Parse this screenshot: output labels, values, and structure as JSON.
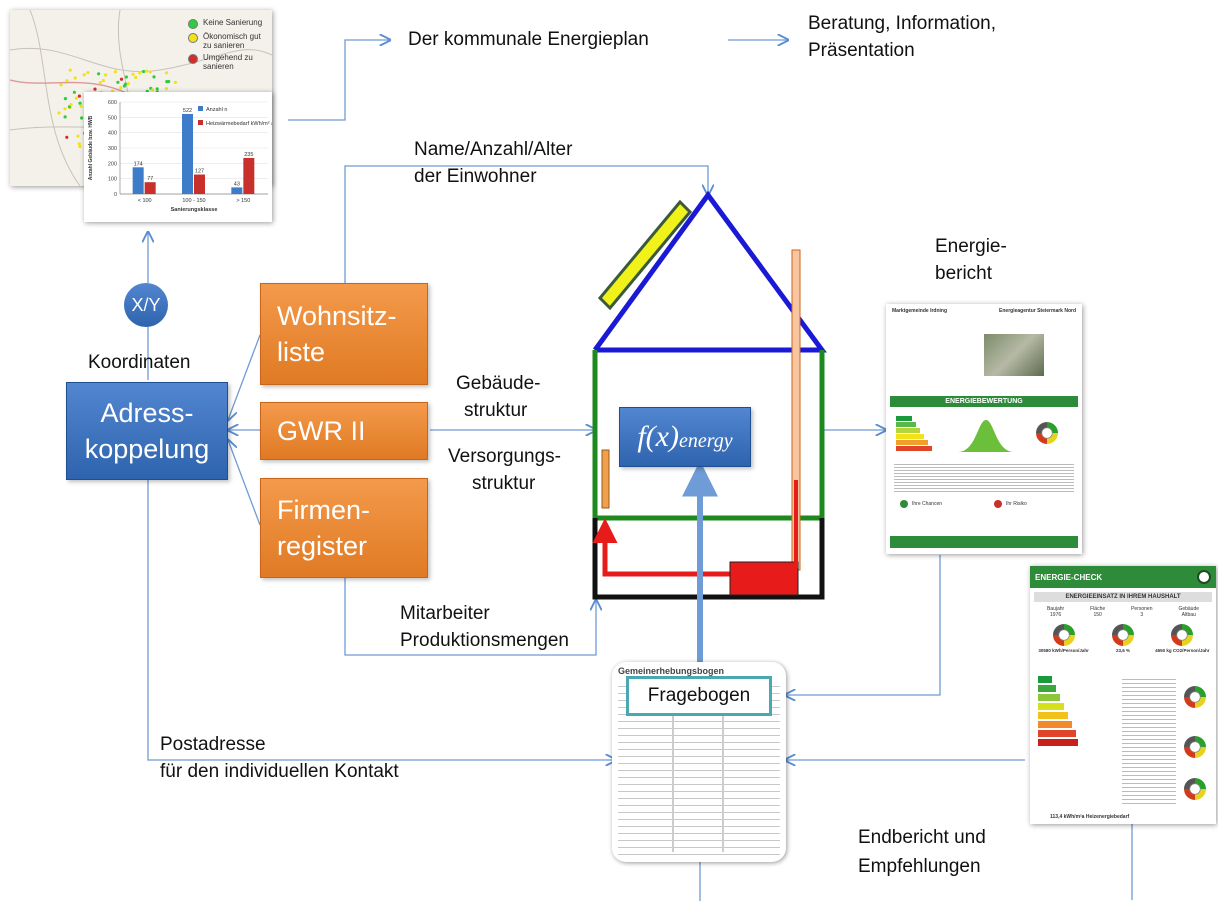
{
  "top": {
    "plan_label": "Der kommunale  Energieplan",
    "beratung_line1": "Beratung, Information,",
    "beratung_line2": "Präsentation"
  },
  "map_legend": [
    {
      "label": "Keine Sanierung",
      "color": "#2ecc40"
    },
    {
      "label": "Ökonomisch gut zu sanieren",
      "color": "#f2e21b"
    },
    {
      "label": "Umgehend zu sanieren",
      "color": "#d52b2b"
    }
  ],
  "chart_data": {
    "type": "bar",
    "categories": [
      "< 100",
      "100 - 150",
      "> 150"
    ],
    "series": [
      {
        "name": "Anzahl n",
        "values": [
          174,
          522,
          43
        ],
        "color": "#3d7cc9"
      },
      {
        "name": "Heizwärmebedarf kWh/m² a",
        "values": [
          77,
          127,
          235
        ],
        "color": "#c8302c"
      }
    ],
    "xlabel": "Sanierungsklasse",
    "ylabel": "Anzahl Gebäude bzw. HWB",
    "ylim": [
      0,
      600
    ],
    "yticks": [
      0,
      100,
      200,
      300,
      400,
      500,
      600
    ],
    "legend_position": "top-right",
    "grid": true
  },
  "left": {
    "xy_label": "X/Y",
    "koordinaten": "Koordinaten",
    "adress_line1": "Adress-",
    "adress_line2": "koppelung"
  },
  "sources": {
    "wohnsitz_line1": "Wohnsitz-",
    "wohnsitz_line2": "liste",
    "gwr": "GWR II",
    "firmen_line1": "Firmen-",
    "firmen_line2": "register"
  },
  "flow_labels": {
    "name_line1": "Name/Anzahl/Alter",
    "name_line2": "der Einwohner",
    "gebaeude_line1": "Gebäude-",
    "gebaeude_line2": "struktur",
    "versorgung_line1": "Versorgungs-",
    "versorgung_line2": "struktur",
    "mitarbeiter_line1": "Mitarbeiter",
    "mitarbeiter_line2": "Produktionsmengen",
    "postadresse_line1": "Postadresse",
    "postadresse_line2": "für den individuellen  Kontakt"
  },
  "house": {
    "function_main": "f(x)",
    "function_sub": "energy",
    "colors": {
      "roof": "#1a1ad6",
      "walls": "#1e8a1e",
      "solar": "#f2f21b",
      "heater": "#e81b1b"
    }
  },
  "energiebericht": {
    "title_line1": "Energie-",
    "title_line2": "bericht",
    "doc_banner": "ENERGIEBEWERTUNG",
    "doc_org1": "Marktgemeinde Irdning",
    "doc_org2": "Energieagentur Steiermark Nord",
    "doc_chancen": "Ihre Chancen",
    "doc_risiko": "Ihr Risiko"
  },
  "fragebogen": {
    "label": "Fragebogen",
    "doc_title": "Gemeinerhebungsbogen"
  },
  "energie_check": {
    "header": "ENERGIE-CHECK",
    "subheader": "ENERGIEEINSATZ IN IHREM HAUSHALT",
    "stat_labels": [
      "Baujahr",
      "Fläche",
      "Personen",
      "Gebäude"
    ],
    "stat_values": [
      "1976",
      "150",
      "3",
      "Altbau"
    ],
    "gauge_values": [
      "30580 kWh/Person/Jahr",
      "23,6 %",
      "4650 kg CO2/Person/Jahr"
    ],
    "footer": "113,4 kWh/m²a Heizenergiebedarf"
  },
  "endbericht": {
    "line1": "Endbericht und",
    "line2": "Empfehlungen"
  }
}
